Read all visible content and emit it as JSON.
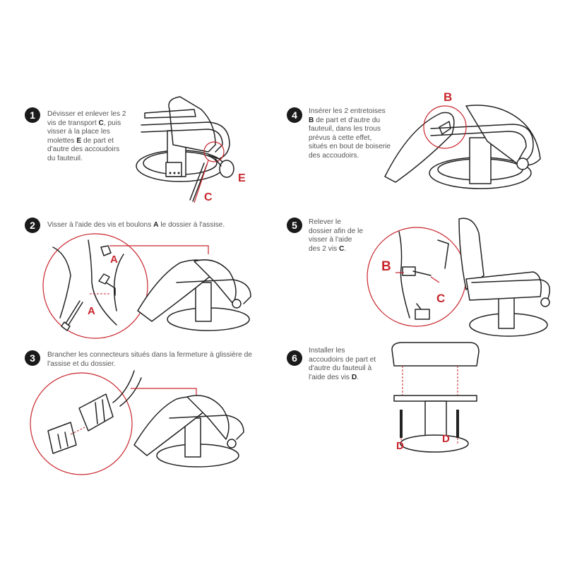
{
  "colors": {
    "accent": "#c8262d",
    "badge": "#1a1a1a",
    "text": "#555555"
  },
  "steps": [
    {
      "number": "1",
      "text_pre": "Dévisser et enlever les 2 vis de transport ",
      "b1": "C",
      "text_mid": ", puis visser à la place les molettes ",
      "b2": "E",
      "text_post": " de part et d'autre des accoudoirs du fauteuil.",
      "labels": [
        "E",
        "C"
      ]
    },
    {
      "number": "2",
      "text_pre": "Visser à l'aide des vis et boulons ",
      "b1": "A",
      "text_post": " le dossier à l'assise.",
      "labels": [
        "A",
        "A"
      ]
    },
    {
      "number": "3",
      "text": "Brancher les connecteurs situés dans la fermeture à glissière de l'assise et du dossier."
    },
    {
      "number": "4",
      "text_pre": "Insérer les 2 entretoises ",
      "b1": "B",
      "text_post": " de part et d'autre du fauteuil, dans les trous prévus à cette effet, situés en bout de boiserie des accoudoirs.",
      "labels": [
        "B"
      ]
    },
    {
      "number": "5",
      "text_pre": "Relever le dossier afin de le visser à l'aide des 2 vis ",
      "b1": "C",
      "text_post": ".",
      "labels": [
        "B",
        "C"
      ]
    },
    {
      "number": "6",
      "text_pre": "Installer les accoudoirs de part et d'autre du fauteuil à l'aide des vis ",
      "b1": "D",
      "text_post": ".",
      "labels": [
        "D",
        "D"
      ]
    }
  ]
}
